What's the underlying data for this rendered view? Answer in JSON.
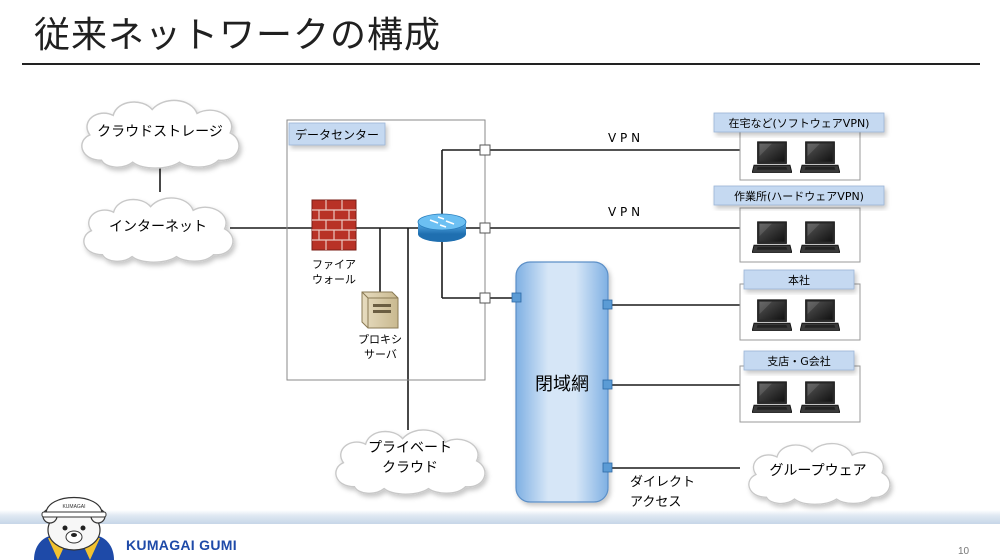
{
  "slide": {
    "title": "従来ネットワークの構成",
    "page_number": "10",
    "brand": "KUMAGAI GUMI",
    "mascot_helmet_text": "KUMAGAI"
  },
  "clouds": {
    "storage": "クラウドストレージ",
    "internet": "インターネット",
    "private_line1": "プライベート",
    "private_line2": "クラウド",
    "groupware": "グループウェア"
  },
  "datacenter": {
    "label": "データセンター",
    "firewall_line1": "ファイア",
    "firewall_line2": "ウォール",
    "proxy_line1": "プロキシ",
    "proxy_line2": "サーバ"
  },
  "closed_network": {
    "label": "閉域網"
  },
  "links": {
    "vpn1": "V P N",
    "vpn2": "V P N",
    "direct_line1": "ダイレクト",
    "direct_line2": "アクセス"
  },
  "sites": [
    {
      "label": "在宅など(ソフトウェアVPN)"
    },
    {
      "label": "作業所(ハードウェアVPN)"
    },
    {
      "label": "本社"
    },
    {
      "label": "支店・G会社"
    }
  ],
  "colors": {
    "label_box": "#c5d9f1",
    "closed_network_fill": "#9fc3ea",
    "port": "#5b9bd5",
    "router": "#2f86c9",
    "firewall": "#c0392b",
    "brand": "#1e4aa8"
  }
}
